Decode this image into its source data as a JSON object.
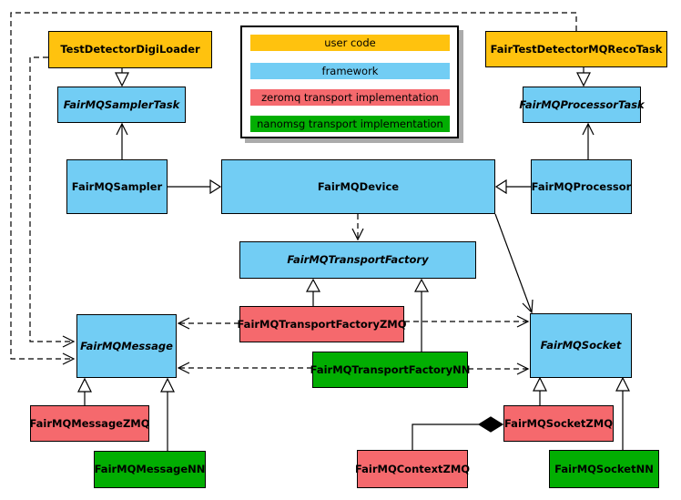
{
  "legend": {
    "items": [
      {
        "label": "user code",
        "color": "#FFC20E"
      },
      {
        "label": "framework",
        "color": "#72CDF4"
      },
      {
        "label": "zeromq transport implementation",
        "color": "#F5696D"
      },
      {
        "label": "nanomsg transport implementation",
        "color": "#02AE02"
      }
    ]
  },
  "colors": {
    "user_code": "#FFC20E",
    "framework": "#72CDF4",
    "zeromq": "#F5696D",
    "nanomsg": "#02AE02",
    "line": "#000000",
    "shadow": "#ABABAB"
  },
  "nodes": [
    {
      "label": "TestDetectorDigiLoader",
      "category": "user_code",
      "abstract": false
    },
    {
      "label": "FairTestDetectorMQRecoTask",
      "category": "user_code",
      "abstract": false
    },
    {
      "label": "FairMQSamplerTask",
      "category": "framework",
      "abstract": true
    },
    {
      "label": "FairMQProcessorTask",
      "category": "framework",
      "abstract": true
    },
    {
      "label": "FairMQSampler",
      "category": "framework",
      "abstract": false
    },
    {
      "label": "FairMQDevice",
      "category": "framework",
      "abstract": false
    },
    {
      "label": "FairMQProcessor",
      "category": "framework",
      "abstract": false
    },
    {
      "label": "FairMQTransportFactory",
      "category": "framework",
      "abstract": true
    },
    {
      "label": "FairMQTransportFactoryZMQ",
      "category": "zeromq",
      "abstract": false
    },
    {
      "label": "FairMQTransportFactoryNN",
      "category": "nanomsg",
      "abstract": false
    },
    {
      "label": "FairMQMessage",
      "category": "framework",
      "abstract": true
    },
    {
      "label": "FairMQSocket",
      "category": "framework",
      "abstract": true
    },
    {
      "label": "FairMQMessageZMQ",
      "category": "zeromq",
      "abstract": false
    },
    {
      "label": "FairMQMessageNN",
      "category": "nanomsg",
      "abstract": false
    },
    {
      "label": "FairMQSocketZMQ",
      "category": "zeromq",
      "abstract": false
    },
    {
      "label": "FairMQSocketNN",
      "category": "nanomsg",
      "abstract": false
    },
    {
      "label": "FairMQContextZMQ",
      "category": "zeromq",
      "abstract": false
    }
  ],
  "edges": [
    {
      "from": "TestDetectorDigiLoader",
      "to": "FairMQSamplerTask",
      "type": "inheritance"
    },
    {
      "from": "FairTestDetectorMQRecoTask",
      "to": "FairMQProcessorTask",
      "type": "inheritance"
    },
    {
      "from": "FairMQSampler",
      "to": "FairMQSamplerTask",
      "type": "association"
    },
    {
      "from": "FairMQProcessor",
      "to": "FairMQProcessorTask",
      "type": "association"
    },
    {
      "from": "FairMQSampler",
      "to": "FairMQDevice",
      "type": "inheritance"
    },
    {
      "from": "FairMQProcessor",
      "to": "FairMQDevice",
      "type": "inheritance"
    },
    {
      "from": "FairMQDevice",
      "to": "FairMQTransportFactory",
      "type": "dependency"
    },
    {
      "from": "FairMQDevice",
      "to": "FairMQSocket",
      "type": "association"
    },
    {
      "from": "FairMQTransportFactoryZMQ",
      "to": "FairMQTransportFactory",
      "type": "inheritance"
    },
    {
      "from": "FairMQTransportFactoryNN",
      "to": "FairMQTransportFactory",
      "type": "inheritance"
    },
    {
      "from": "FairMQTransportFactoryZMQ",
      "to": "FairMQMessage",
      "type": "dependency"
    },
    {
      "from": "FairMQTransportFactoryZMQ",
      "to": "FairMQSocket",
      "type": "dependency"
    },
    {
      "from": "FairMQTransportFactoryNN",
      "to": "FairMQMessage",
      "type": "dependency"
    },
    {
      "from": "FairMQTransportFactoryNN",
      "to": "FairMQSocket",
      "type": "dependency"
    },
    {
      "from": "TestDetectorDigiLoader",
      "to": "FairMQMessage",
      "type": "dependency"
    },
    {
      "from": "FairTestDetectorMQRecoTask",
      "to": "FairMQMessage",
      "type": "dependency"
    },
    {
      "from": "FairMQMessageZMQ",
      "to": "FairMQMessage",
      "type": "inheritance"
    },
    {
      "from": "FairMQMessageNN",
      "to": "FairMQMessage",
      "type": "inheritance"
    },
    {
      "from": "FairMQSocketZMQ",
      "to": "FairMQSocket",
      "type": "inheritance"
    },
    {
      "from": "FairMQSocketNN",
      "to": "FairMQSocket",
      "type": "inheritance"
    },
    {
      "from": "FairMQContextZMQ",
      "to": "FairMQSocketZMQ",
      "type": "composition"
    }
  ]
}
